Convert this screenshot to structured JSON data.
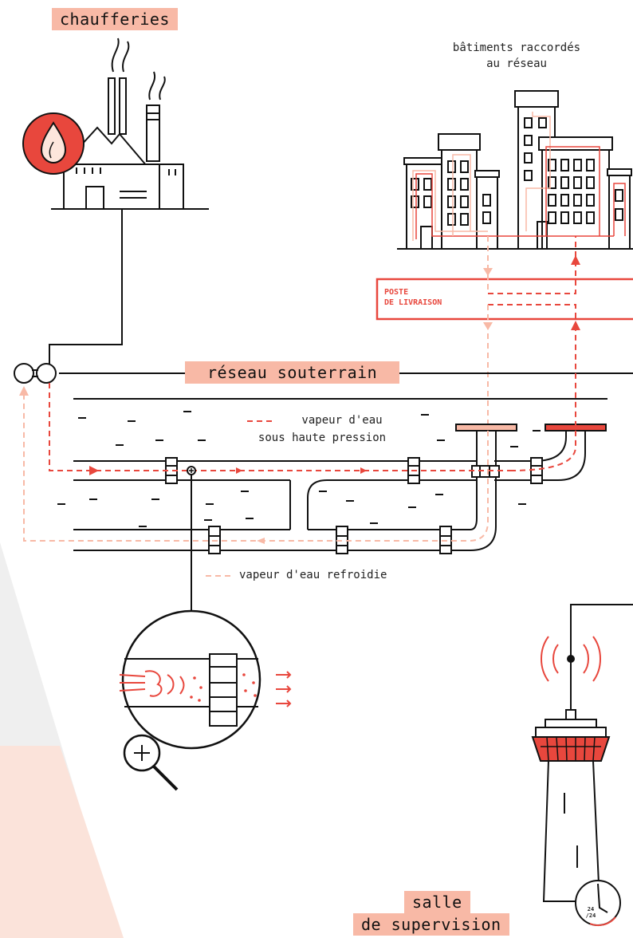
{
  "labels": {
    "boilers": "chaufferies",
    "buildings_line1": "bâtiments raccordés",
    "buildings_line2": "au réseau",
    "substation_line1": "POSTE",
    "substation_line2": "DE LIVRAISON",
    "network": "réseau souterrain",
    "steam_line1": "vapeur d'eau",
    "steam_line2": "sous haute pression",
    "cooled_steam": "vapeur d'eau refroidie",
    "control_line1": "salle",
    "control_line2": "de supervision",
    "clock_top": "24",
    "clock_bottom": "/24"
  },
  "colors": {
    "line": "#111111",
    "red": "#e8473d",
    "salmon": "#f8b9a6",
    "light_gray": "#efefef",
    "peach": "#fbe3da"
  },
  "icons": [
    "flame-icon",
    "factory-icon",
    "buildings-icon",
    "magnifier-icon",
    "tower-icon",
    "clock-icon",
    "antenna-waves-icon"
  ]
}
